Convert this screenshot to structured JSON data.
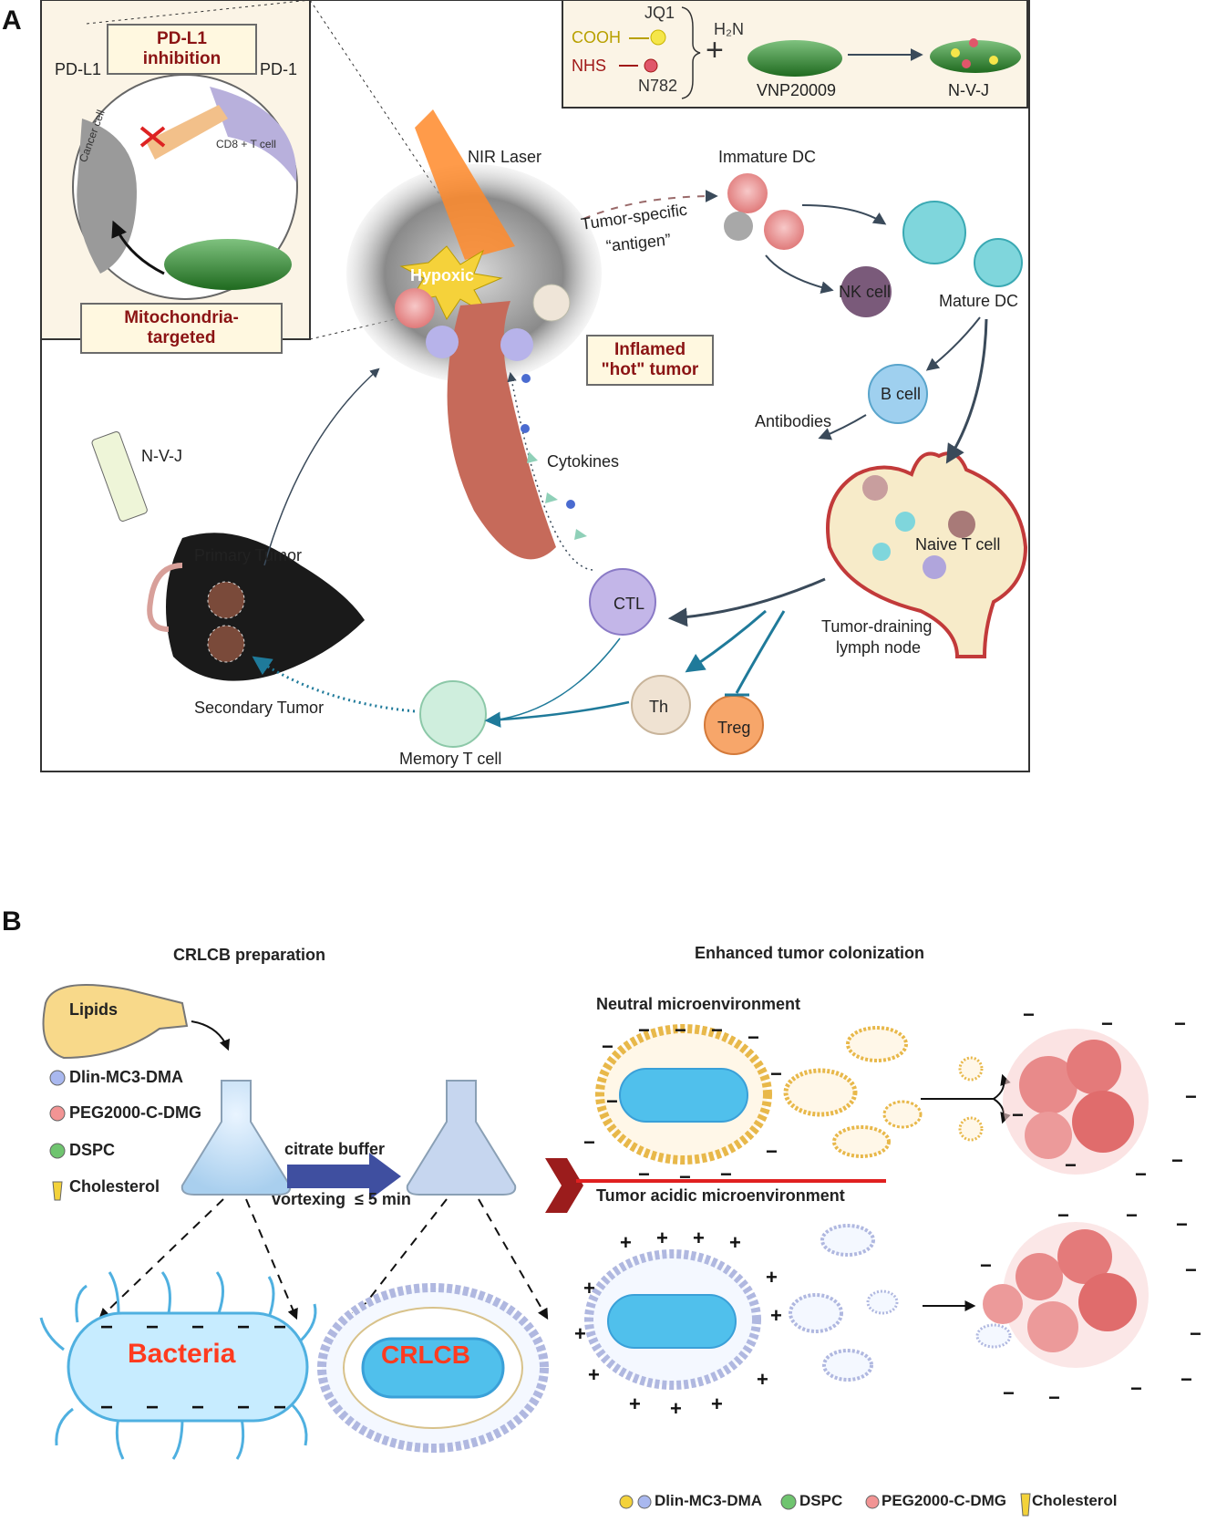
{
  "panels": {
    "a": {
      "letter": "A",
      "inset": {
        "callout_top": "PD-L1 inhibition",
        "callout_bottom": "Mitochondria-targeted",
        "pdl1": "PD-L1",
        "pd1": "PD-1",
        "cancer_cell": "Cancer cell",
        "cd8": "CD8 + T cell"
      },
      "synthesis": {
        "jq1": "JQ1",
        "cooh": "COOH",
        "nhs": "NHS",
        "n782": "N782",
        "h2n": "H₂N",
        "plus": "+",
        "vnp": "VNP20009",
        "product": "N-V-J"
      },
      "labels": {
        "nir_laser": "NIR Laser",
        "hypoxic": "Hypoxic",
        "tumor_specific_1": "Tumor-specific",
        "tumor_specific_2": "“antigen”",
        "immature_dc": "Immature DC",
        "mature_dc": "Mature DC",
        "nk_cell": "NK cell",
        "inflamed_1": "Inflamed",
        "inflamed_2": "\"hot\" tumor",
        "b_cell": "B cell",
        "antibodies": "Antibodies",
        "cytokines": "Cytokines",
        "nvj": "N-V-J",
        "primary_tumor": "Primary Tumor",
        "secondary_tumor": "Secondary Tumor",
        "naive_t": "Naive T cell",
        "lymph_1": "Tumor-draining",
        "lymph_2": "lymph node",
        "ctl": "CTL",
        "th": "Th",
        "treg": "Treg",
        "memory_t": "Memory T cell"
      }
    },
    "b": {
      "letter": "B",
      "left_title": "CRLCB preparation",
      "right_title": "Enhanced tumor colonization",
      "lipids": "Lipids",
      "legend_left": [
        "Dlin-MC3-DMA",
        "PEG2000-C-DMG",
        "DSPC",
        "Cholesterol"
      ],
      "arrow_top": "citrate buffer",
      "arrow_bottom": "vortexing  ≤ 5 min",
      "bacteria": "Bacteria",
      "crlcb": "CRLCB",
      "neutral": "Neutral microenvironment",
      "acidic": "Tumor acidic microenvironment",
      "legend_bottom": [
        "Dlin-MC3-DMA",
        "DSPC",
        "PEG2000-C-DMG",
        "Cholesterol"
      ],
      "minus": "−",
      "plus": "+"
    }
  },
  "colors": {
    "frame": "#333333",
    "callout_text": "#8b1414",
    "callout_fill": "#fff8e0",
    "bacteria_text": "#ff3b1f",
    "bacteria_fill": "#c7ecff",
    "red_line": "#e02020",
    "chevron": "#9b1c1c",
    "green_bac": "#2f8a2f",
    "arrow_blue": "#1f7a9a",
    "arrow_dark": "#3a4a5a"
  }
}
